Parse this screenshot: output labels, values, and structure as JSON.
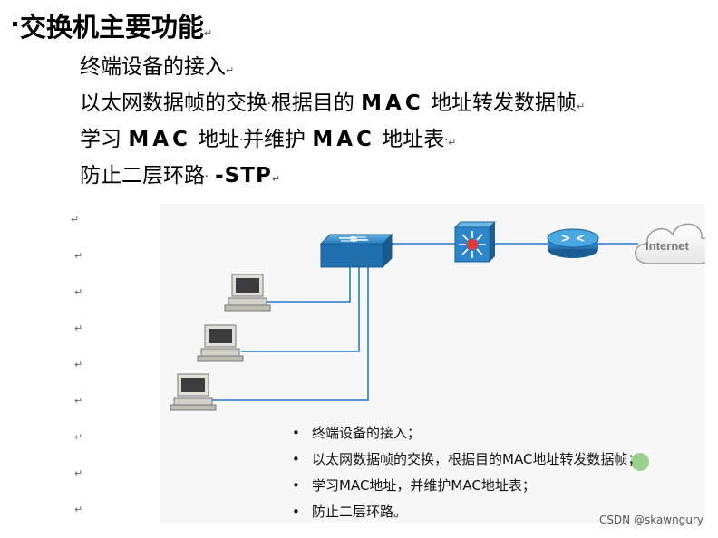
{
  "title": "交换机主要功能",
  "lines": [
    {
      "text": "终端设备的接入"
    },
    {
      "pre": "以太网数据帧的交换",
      "mid": "根据目的",
      "bold": "MAC",
      "post": "地址转发数据帧"
    },
    {
      "pre": "学习",
      "bold": "MAC",
      "mid": "地址",
      "mid2": "并维护",
      "bold2": "MAC",
      "post": "地址表"
    },
    {
      "pre": "防止二层环路",
      "bold": "-STP"
    }
  ],
  "figure": {
    "cloud_label": "Internet",
    "captions": [
      "终端设备的接入；",
      "以太网数据帧的交换，根据目的MAC地址转发数据帧；",
      "学习MAC地址，并维护MAC地址表；",
      "防止二层环路。"
    ],
    "bullet": "•"
  },
  "marks": {
    "return": "↵",
    "dot": "·"
  },
  "watermark": "CSDN @skawngury"
}
